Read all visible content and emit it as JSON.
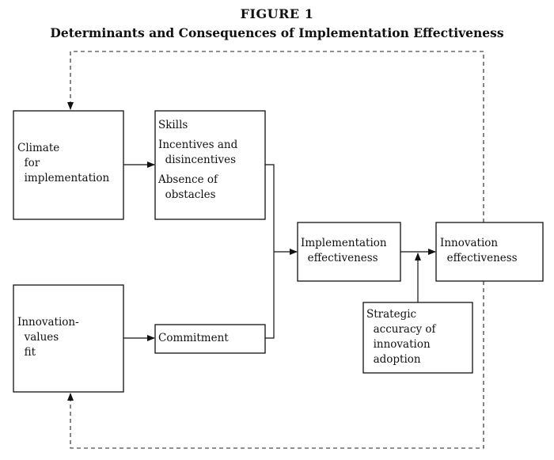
{
  "figure": {
    "number": "FIGURE 1",
    "title": "Determinants and Consequences of Implementation Effectiveness"
  },
  "nodes": {
    "climate": {
      "lines": [
        "Climate",
        "  for",
        "  implementation"
      ]
    },
    "determinants": {
      "lines": [
        "Skills",
        "",
        "Incentives and",
        "  disincentives",
        "",
        "Absence of",
        "  obstacles"
      ]
    },
    "innovation_values_fit": {
      "lines": [
        "Innovation-",
        "  values",
        "  fit"
      ]
    },
    "commitment": {
      "lines": [
        "Commitment"
      ]
    },
    "implementation_effectiveness": {
      "lines": [
        "Implementation",
        "  effectiveness"
      ]
    },
    "innovation_effectiveness": {
      "lines": [
        "Innovation",
        "  effectiveness"
      ]
    },
    "strategic_accuracy": {
      "lines": [
        "Strategic",
        "  accuracy of",
        "  innovation",
        "  adoption"
      ]
    }
  }
}
